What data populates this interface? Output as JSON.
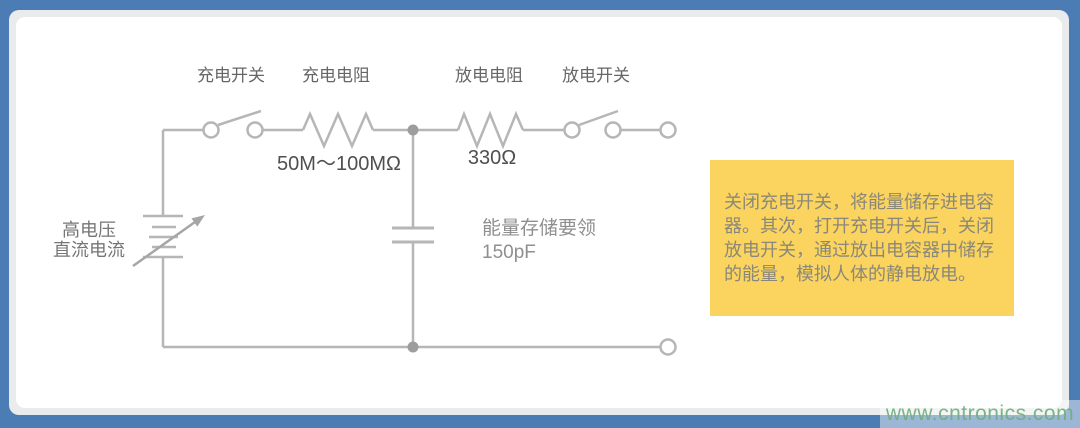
{
  "frame": {
    "border_color": "#4b7db4",
    "inner_edge_color": "#e9ebec",
    "content_bg": "#ffffff"
  },
  "circuit": {
    "line_color": "#b6b6b6",
    "junction_color": "#9d9d9d",
    "labels": {
      "charge_switch": "充电开关",
      "charge_resistor": "充电电阻",
      "discharge_resistor": "放电电阻",
      "discharge_switch": "放电开关",
      "charge_resistor_value": "50M～100MΩ",
      "discharge_resistor_value": "330Ω",
      "source_line1": "高电压",
      "source_line2": "直流电流",
      "capacitor_label": "能量存储要领",
      "capacitor_value": "150pF"
    }
  },
  "note": {
    "bg": "#fad45e",
    "text_color": "#8b8779",
    "lines": [
      "关闭充电开关，将能量储存进电容",
      "器。其次，打开充电开关后，关闭",
      "放电开关，通过放出电容器中储存",
      "的能量，模拟人体的静电放电。"
    ]
  },
  "watermark": {
    "text": "www.cntronics.com",
    "color": "#6fae7d"
  }
}
